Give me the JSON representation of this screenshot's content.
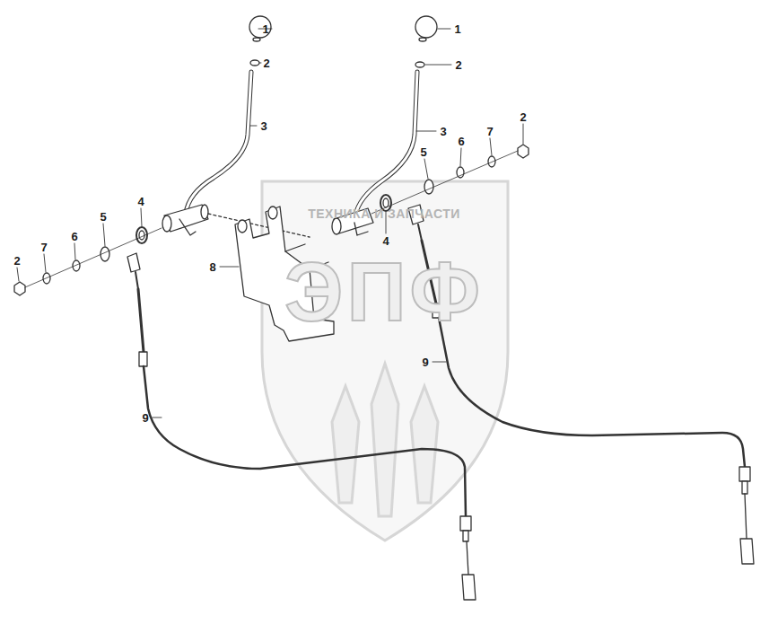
{
  "diagram": {
    "labels": [
      "1",
      "1",
      "2",
      "2",
      "3",
      "3",
      "2",
      "7",
      "6",
      "5",
      "4",
      "5",
      "8",
      "4",
      "2",
      "7",
      "6",
      "9",
      "9",
      "ТЕХНИКА И ЗАПЧАСТИ",
      "ЭПФ"
    ]
  }
}
